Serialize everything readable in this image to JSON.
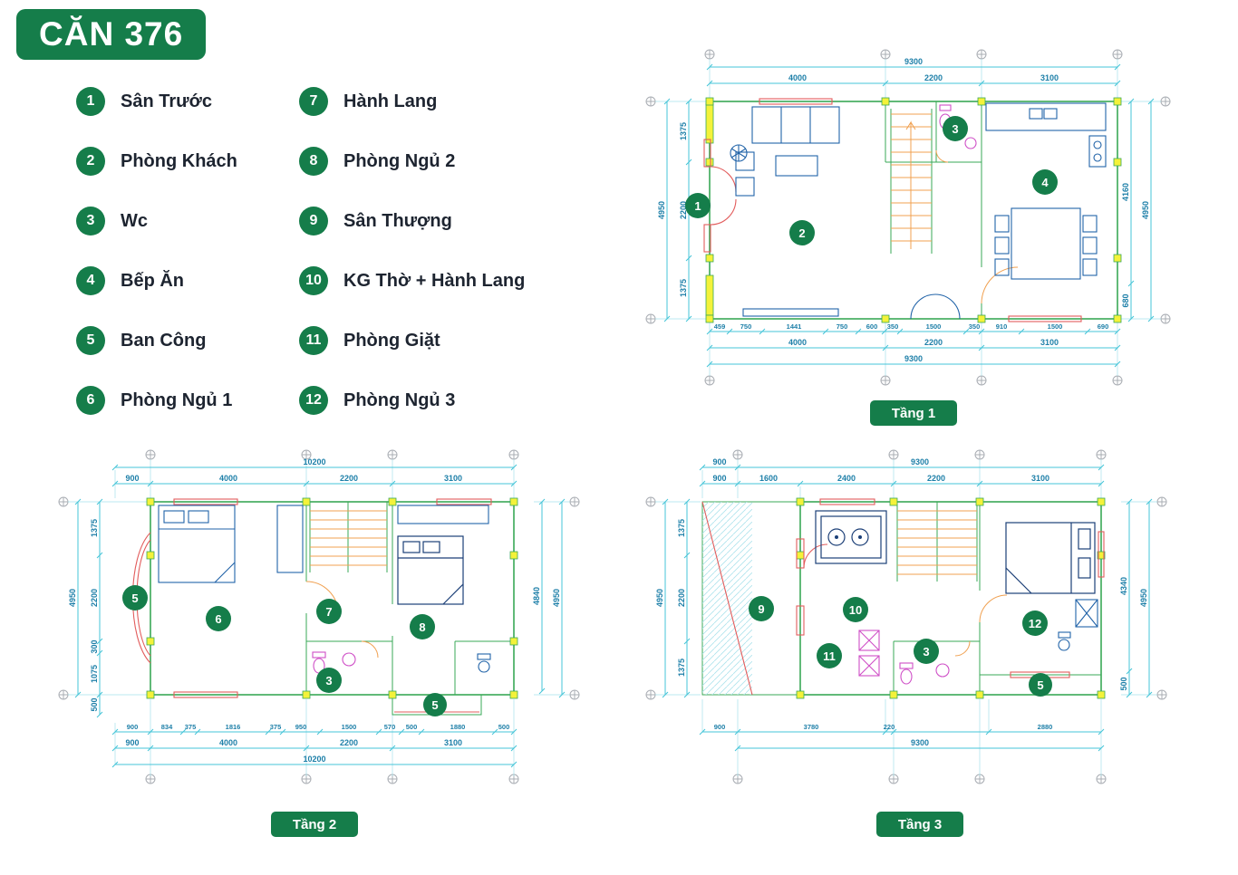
{
  "title": "CĂN 376",
  "colors": {
    "green": "#157d4a",
    "dim_cyan": "#46c5d8",
    "dim_text_blue": "#1d7fa8",
    "wall_green": "#3aa857",
    "furniture_blue": "#2163a8",
    "bed_navy": "#1c3f77",
    "window_red": "#e25c5c",
    "door_orange": "#f0a050",
    "fixture_magenta": "#cf4fc7",
    "column_yellow": "#f4f23a"
  },
  "legend": [
    {
      "num": "1",
      "label": "Sân Trước"
    },
    {
      "num": "2",
      "label": "Phòng Khách"
    },
    {
      "num": "3",
      "label": "Wc"
    },
    {
      "num": "4",
      "label": "Bếp Ăn"
    },
    {
      "num": "5",
      "label": "Ban Công"
    },
    {
      "num": "6",
      "label": "Phòng Ngủ 1"
    },
    {
      "num": "7",
      "label": "Hành Lang"
    },
    {
      "num": "8",
      "label": "Phòng Ngủ 2"
    },
    {
      "num": "9",
      "label": "Sân Thượng"
    },
    {
      "num": "10",
      "label": "KG Thờ + Hành Lang"
    },
    {
      "num": "11",
      "label": "Phòng Giặt"
    },
    {
      "num": "12",
      "label": "Phòng Ngủ 3"
    }
  ],
  "floors": {
    "t1": {
      "label": "Tầng 1",
      "overall_width": "9300",
      "overall_height": "4950",
      "top": [
        "4000",
        "2200",
        "3100"
      ],
      "left": [
        "1375",
        "2200",
        "1375"
      ],
      "right": [
        "4160",
        "680"
      ],
      "bottom_detail": [
        "459",
        "750",
        "1441",
        "750",
        "600",
        "350",
        "1500",
        "350",
        "910",
        "1500",
        "690"
      ],
      "bottom": [
        "4000",
        "2200",
        "3100"
      ],
      "markers": [
        "1",
        "2",
        "3",
        "4"
      ]
    },
    "t2": {
      "label": "Tầng 2",
      "overall_width": "10200",
      "overall_height": "4950",
      "top": [
        "900",
        "4000",
        "2200",
        "3100"
      ],
      "left": [
        "1375",
        "2200",
        "300",
        "1075",
        "500"
      ],
      "right": [
        "4840"
      ],
      "bottom_detail": [
        "900",
        "834",
        "375",
        "1816",
        "375",
        "950",
        "1500",
        "570",
        "500",
        "1880",
        "500"
      ],
      "bottom": [
        "900",
        "4000",
        "2200",
        "3100"
      ],
      "markers": [
        "5",
        "6",
        "7",
        "8",
        "3",
        "5"
      ]
    },
    "t3": {
      "label": "Tầng 3",
      "overall_width": "9300",
      "overall_height": "4950",
      "top_left": "900",
      "top": [
        "900",
        "1600",
        "2400",
        "2200",
        "3100"
      ],
      "left": [
        "1375",
        "2200",
        "1375"
      ],
      "right": [
        "4340",
        "500"
      ],
      "bottom_detail": [
        "900",
        "3780",
        "220",
        "2880"
      ],
      "markers": [
        "9",
        "10",
        "11",
        "3",
        "12",
        "5"
      ]
    }
  }
}
